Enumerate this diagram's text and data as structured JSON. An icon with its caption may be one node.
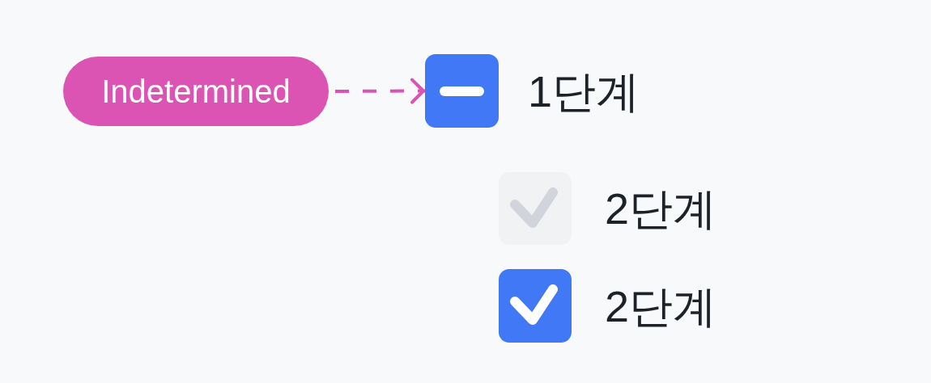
{
  "diagram": {
    "nodes": [
      {
        "text": [
          "Indetermined"
        ]
      },
      {
        "text": [],
        "shape": "box",
        "beside": [
          "1단계"
        ]
      },
      {
        "text": [],
        "shape": "box",
        "beside": [
          "2단계"
        ]
      },
      {
        "text": [],
        "shape": "box",
        "beside": [
          "2단계"
        ]
      }
    ],
    "edges": [
      {
        "from": 0,
        "to": 1,
        "arrow": "to",
        "style": "dashed",
        "color": "#db54b4"
      }
    ]
  }
}
